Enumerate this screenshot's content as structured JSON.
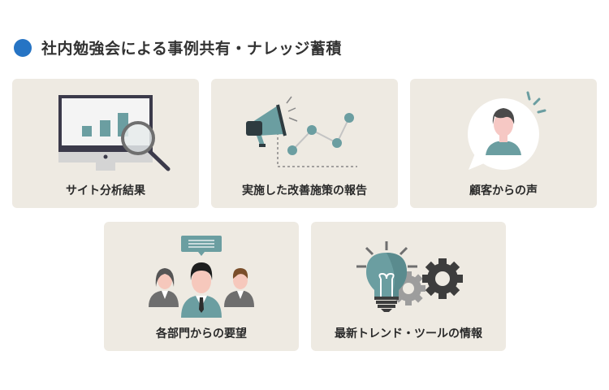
{
  "heading": {
    "title": "社内勉強会による事例共有・ナレッジ蓄積",
    "bullet_color": "#2674c4"
  },
  "cards": [
    {
      "label": "サイト分析結果",
      "icon": "monitor-analytics-magnifier-icon"
    },
    {
      "label": "実施した改善施策の報告",
      "icon": "megaphone-line-chart-icon"
    },
    {
      "label": "顧客からの声",
      "icon": "customer-speech-bubble-icon"
    },
    {
      "label": "各部門からの要望",
      "icon": "team-speech-bubble-icon"
    },
    {
      "label": "最新トレンド・ツールの情報",
      "icon": "lightbulb-gears-icon"
    }
  ],
  "colors": {
    "card_bg": "#eeeae2",
    "accent_teal": "#6b9ea1",
    "dark": "#3b3a4a"
  }
}
